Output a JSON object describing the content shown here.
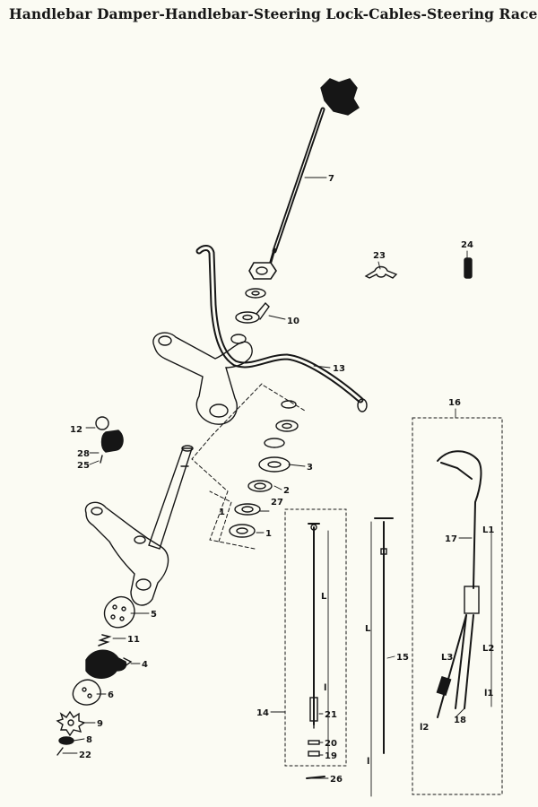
{
  "title": "Handlebar Damper-Handlebar-Steering Lock-Cables-Steering Race",
  "callouts": {
    "p1a": "1",
    "p1b": "1",
    "p2": "2",
    "p3": "3",
    "p4": "4",
    "p5": "5",
    "p6": "6",
    "p7": "7",
    "p8": "8",
    "p9": "9",
    "p10": "10",
    "p11": "11",
    "p12": "12",
    "p13": "13",
    "p14": "14",
    "p15": "15",
    "p16": "16",
    "p17": "17",
    "p18": "18",
    "p19": "19",
    "p20": "20",
    "p21": "21",
    "p22": "22",
    "p23": "23",
    "p24": "24",
    "p25": "25",
    "p26": "26",
    "p27": "27",
    "p28": "28"
  },
  "dimensions": {
    "L_cable14": "L",
    "l_cable14": "l",
    "L_cable15": "L",
    "l_cable15": "l",
    "L1": "L1",
    "L2": "L2",
    "L3": "L3",
    "l1": "l1",
    "l2": "l2"
  },
  "colors": {
    "ink": "#161616",
    "paper": "#fbfbf3"
  }
}
